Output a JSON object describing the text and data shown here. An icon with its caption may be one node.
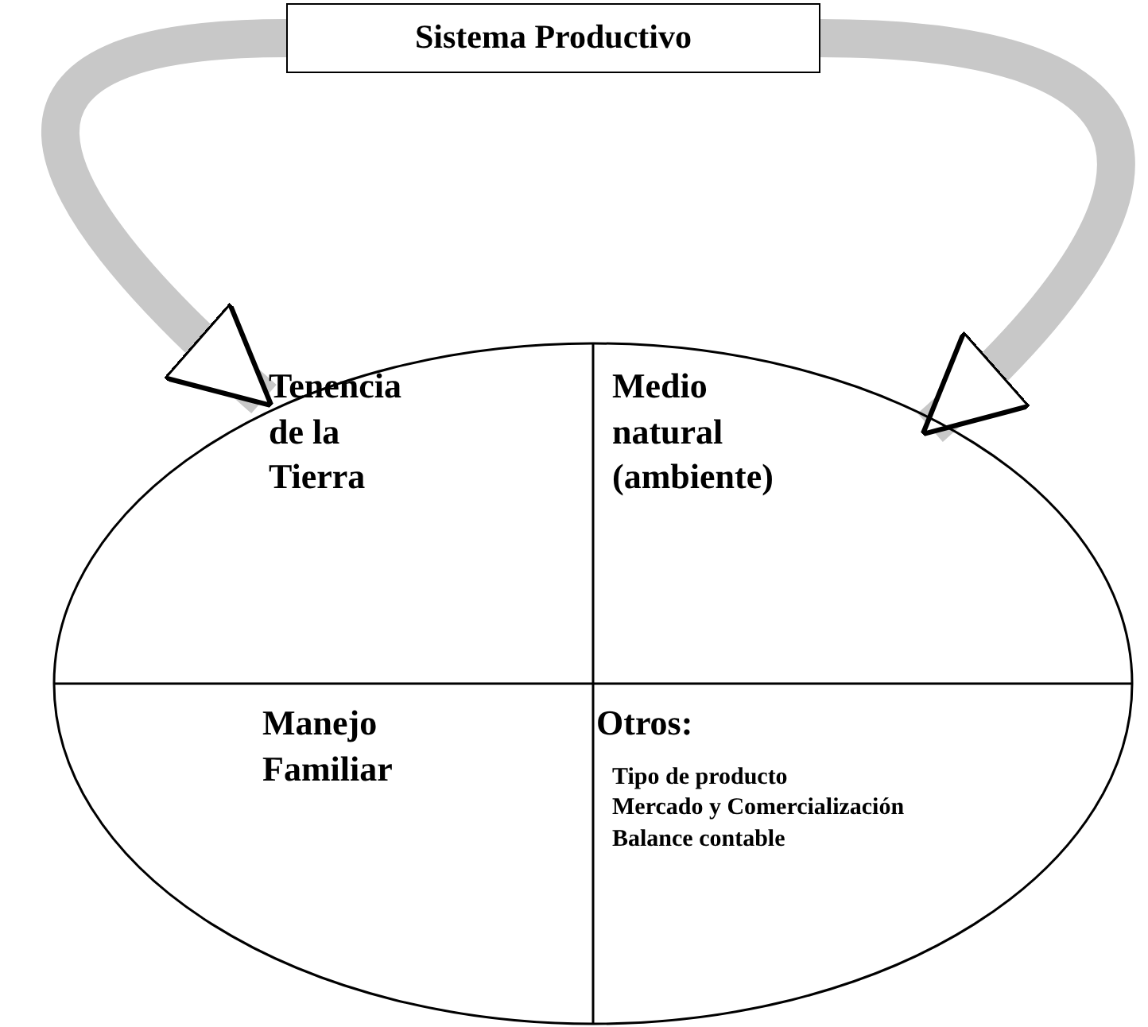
{
  "diagram": {
    "nodes": [
      {
        "text": [
          "Sistema Productivo"
        ]
      },
      {
        "text": [],
        "shape": "ellipse"
      },
      {
        "text": [
          "Tenencia de la Tierra"
        ],
        "in": 1
      },
      {
        "text": [
          "Medio natural (ambiente)"
        ],
        "in": 1
      },
      {
        "text": [
          "Manejo Familiar"
        ],
        "in": 1
      },
      {
        "text": [
          "Otros:",
          "Tipo de producto",
          "Mercado y Comercialización",
          "Balance contable"
        ],
        "in": 1
      }
    ],
    "edges": [
      {
        "from": 0,
        "to": 2,
        "arrow": "to"
      },
      {
        "from": 0,
        "to": 3,
        "arrow": "to"
      }
    ]
  }
}
